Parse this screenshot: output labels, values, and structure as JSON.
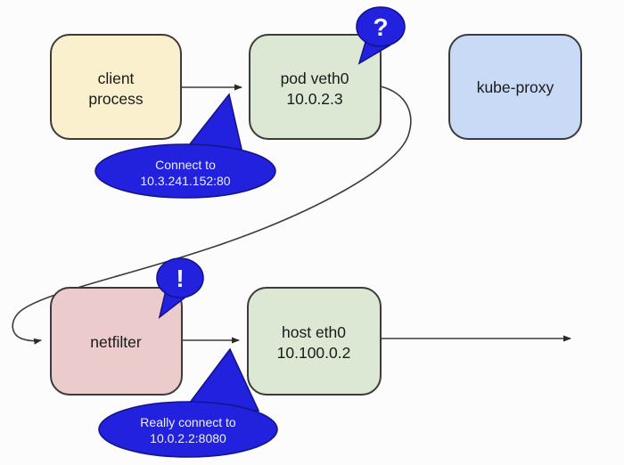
{
  "diagram": {
    "colors": {
      "background": "#fcfcfc",
      "client_fill": "#fbf0ce",
      "pod_fill": "#dce8d4",
      "kube_proxy_fill": "#c9daf6",
      "netfilter_fill": "#ebcbcb",
      "host_fill": "#dce8d4",
      "node_stroke": "#3b3b3b",
      "node_text": "#1a1a1a",
      "arrow": "#3b3b3b",
      "callout_fill": "#2121de",
      "callout_stroke": "#14148c",
      "callout_text": "#efefef"
    },
    "nodes": {
      "client": {
        "line1": "client",
        "line2": "process"
      },
      "pod": {
        "line1": "pod veth0",
        "line2": "10.0.2.3"
      },
      "kube_proxy": {
        "line1": "kube-proxy"
      },
      "netfilter": {
        "line1": "netfilter"
      },
      "host": {
        "line1": "host eth0",
        "line2": "10.100.0.2"
      }
    },
    "callouts": {
      "question_badge": {
        "glyph": "?"
      },
      "exclamation_badge": {
        "glyph": "!"
      },
      "connect": {
        "line1": "Connect to",
        "line2": "10.3.241.152:80"
      },
      "really_connect": {
        "line1": "Really connect to",
        "line2": "10.0.2.2:8080"
      }
    }
  }
}
